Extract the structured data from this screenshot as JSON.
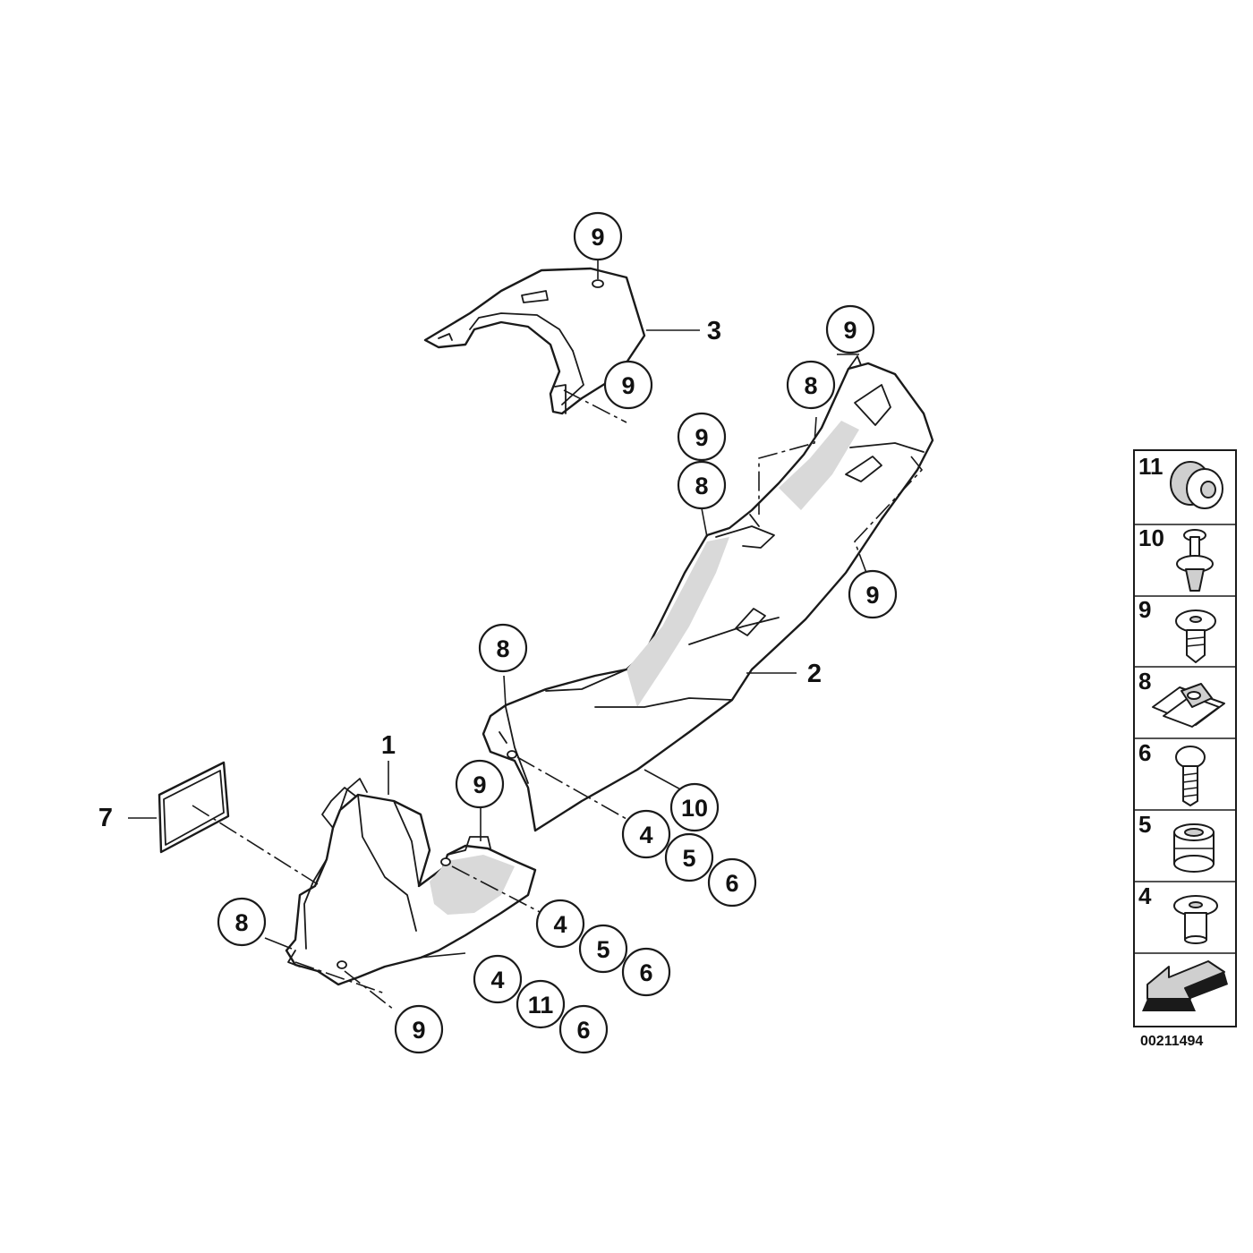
{
  "diagram": {
    "callouts": [
      "9",
      "3",
      "9",
      "9",
      "8",
      "9",
      "8",
      "9",
      "8",
      "2",
      "1",
      "9",
      "10",
      "4",
      "5",
      "6",
      "7",
      "4",
      "5",
      "6",
      "8",
      "4",
      "11",
      "6",
      "9"
    ],
    "legend": [
      "11",
      "10",
      "9",
      "8",
      "6",
      "5",
      "4"
    ],
    "document_code": "00211494"
  }
}
